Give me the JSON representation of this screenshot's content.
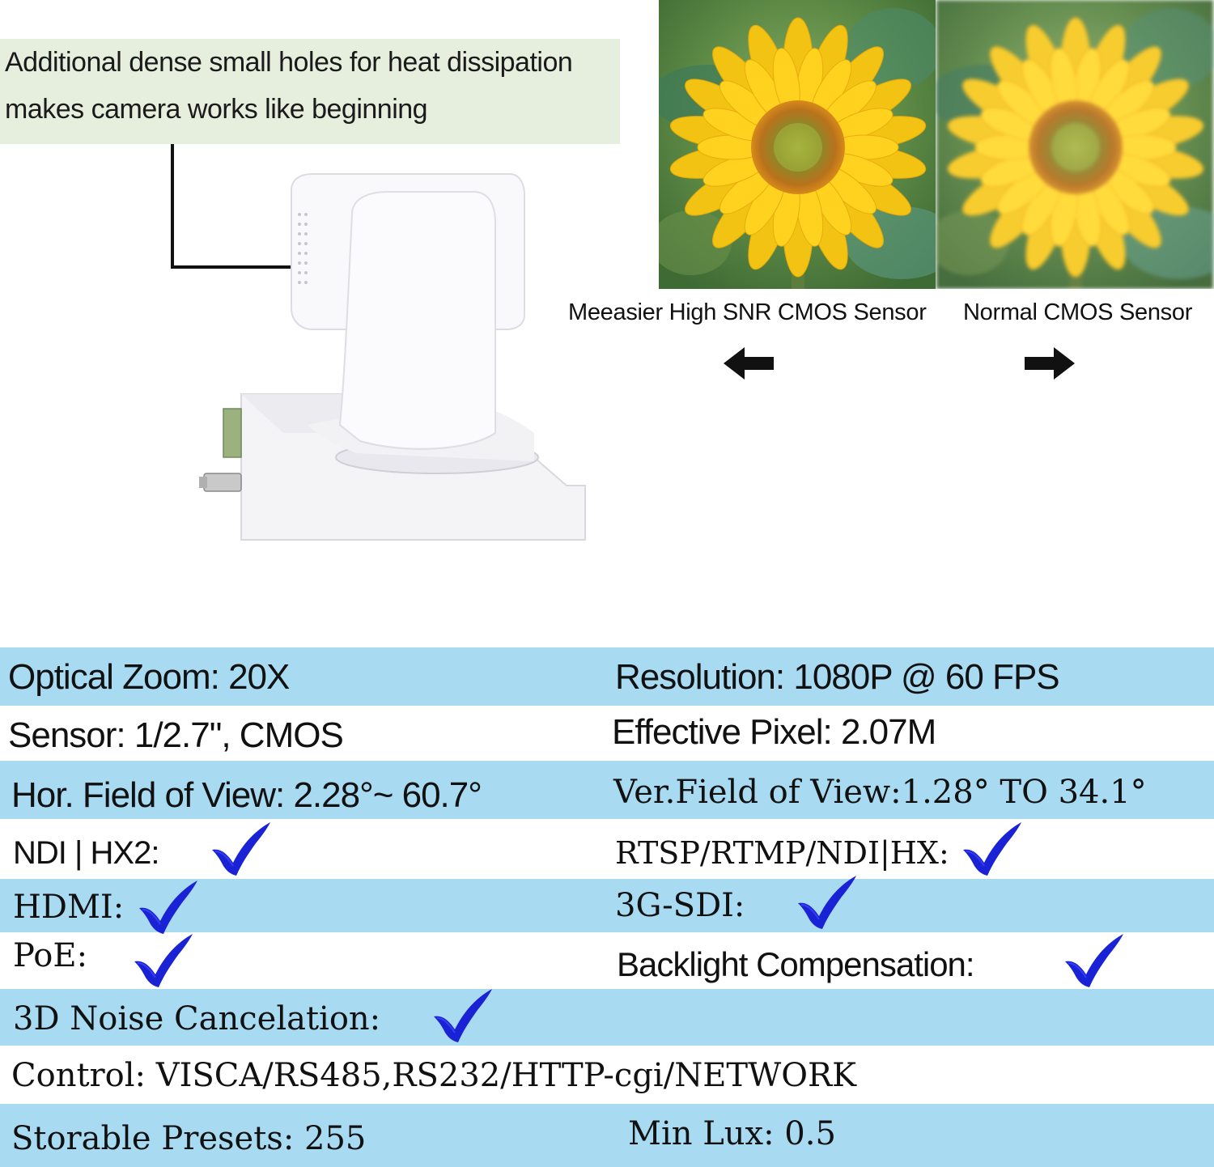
{
  "callout": {
    "line1": "Additional dense small holes  for heat dissipation",
    "line2": "makes camera  works like beginning"
  },
  "comparison": {
    "left_label": "Meeasier High SNR CMOS Sensor",
    "right_label": "Normal CMOS Sensor"
  },
  "specs": {
    "optical_zoom": "Optical Zoom:    20X",
    "resolution": "Resolution: 1080P @ 60 FPS",
    "sensor": "Sensor:   1/2.7\", CMOS",
    "effective_pixel": "Effective Pixel: 2.07M",
    "hor_fov": "Hor. Field of View: 2.28°~ 60.7°",
    "ver_fov": "Ver.Field of View:1.28° TO 34.1°",
    "ndi_hx2": "NDI | HX2:",
    "rtsp": "RTSP/RTMP/NDI|HX:",
    "hdmi": "HDMI:",
    "sdi": "3G-SDI:",
    "poe": "PoE:",
    "backlight": "Backlight Compensation:",
    "noise": "3D Noise Cancelation:",
    "control": "Control: VISCA/RS485,RS232/HTTP-cgi/NETWORK",
    "presets": "Storable Presets: 255",
    "min_lux": "Min Lux: 0.5"
  },
  "colors": {
    "band_blue": "#a8daf2",
    "callout_green": "#e6efdd",
    "check_blue": "#1a22d6"
  },
  "icons": [
    "checkmark-icon",
    "arrow-left-icon",
    "arrow-right-icon"
  ]
}
